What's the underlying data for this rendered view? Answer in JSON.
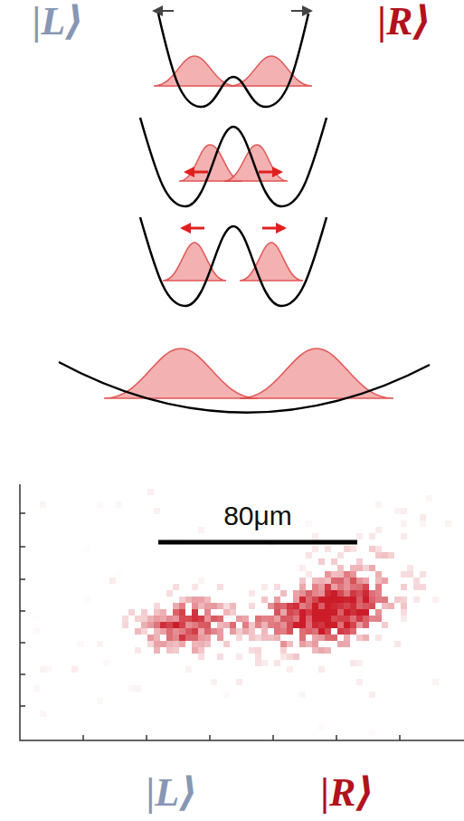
{
  "diagram": {
    "labels": [
      "|L⟩",
      "|R⟩",
      "80μm",
      "|L⟩",
      "|R⟩"
    ]
  }
}
